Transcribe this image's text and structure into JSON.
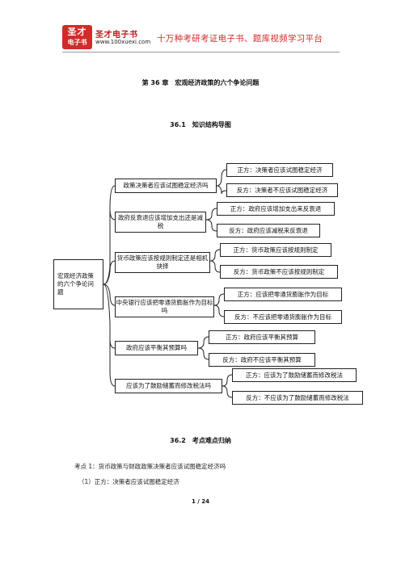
{
  "header": {
    "logo_top": "圣才",
    "logo_bottom": "电子书",
    "brand_name": "圣才电子书",
    "brand_url": "www.100xuexi.com",
    "slogan": "十万种考研考证电子书、题库视频学习平台"
  },
  "chapter_title": "第 36 章　宏观经济政策的六个争论问题",
  "section1_title": "36.1　知识结构导图",
  "mindmap": {
    "root": "宏观经济政策的六个争论问题",
    "branches": [
      {
        "label": "政策决策者应该试图稳定经济吗",
        "pro": "正方：决策者应该试图稳定经济",
        "con": "反方：决策者不应该试图稳定经济"
      },
      {
        "label": "政府反衰退应该增加支出还是减税",
        "pro": "正方：政府应该增加支出来反衰退",
        "con": "反方：政府应该减税来反衰退"
      },
      {
        "label": "货币政策应该按规则制定还是相机抉择",
        "pro": "正方：货币政策应该按规则制定",
        "con": "反方：货币政策不应该按规则制定"
      },
      {
        "label": "中央银行应该把零通货膨胀作为目标吗",
        "pro": "正方：应该把零通货膨胀作为目标",
        "con": "反方：不应该把零通货膨胀作为目标"
      },
      {
        "label": "政府应该平衡其预算吗",
        "pro": "正方：政府应该平衡其预算",
        "con": "反方：政府不应该平衡其预算"
      },
      {
        "label": "应该为了鼓励储蓄而修改税法吗",
        "pro": "正方：应该为了鼓励储蓄而修改税法",
        "con": "反方：不应该为了鼓励储蓄而修改税法"
      }
    ]
  },
  "section2_title": "36.2　考点难点归纳",
  "point1": "考点 1：货币政策与财政政策决策者应该试图稳定经济吗",
  "point1_sub": "（1）正方：决策者应该试图稳定经济",
  "page_number": "1 / 24"
}
